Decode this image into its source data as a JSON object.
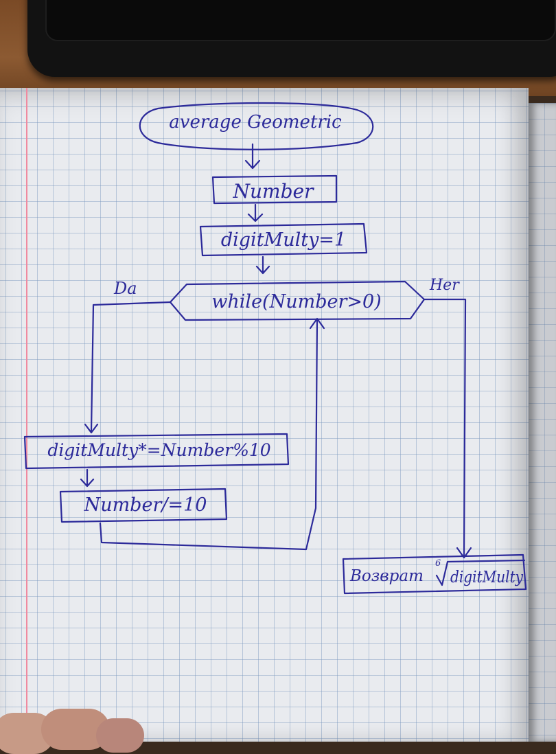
{
  "flowchart": {
    "start": "average Geometric",
    "input": "Number",
    "init": "digitMulty=1",
    "condition": "while(Number>0)",
    "yes_label": "Da",
    "no_label": "Her",
    "loop_step1": "digitMulty*=Number%10",
    "loop_step2": "Number/=10",
    "result": "Возврат",
    "result_root_index": "6",
    "result_radicand": "digitMulty"
  },
  "colors": {
    "ink": "#2c2a9a",
    "paper": "#e9ebef",
    "grid": "#7896be",
    "margin": "#f08aa0"
  }
}
